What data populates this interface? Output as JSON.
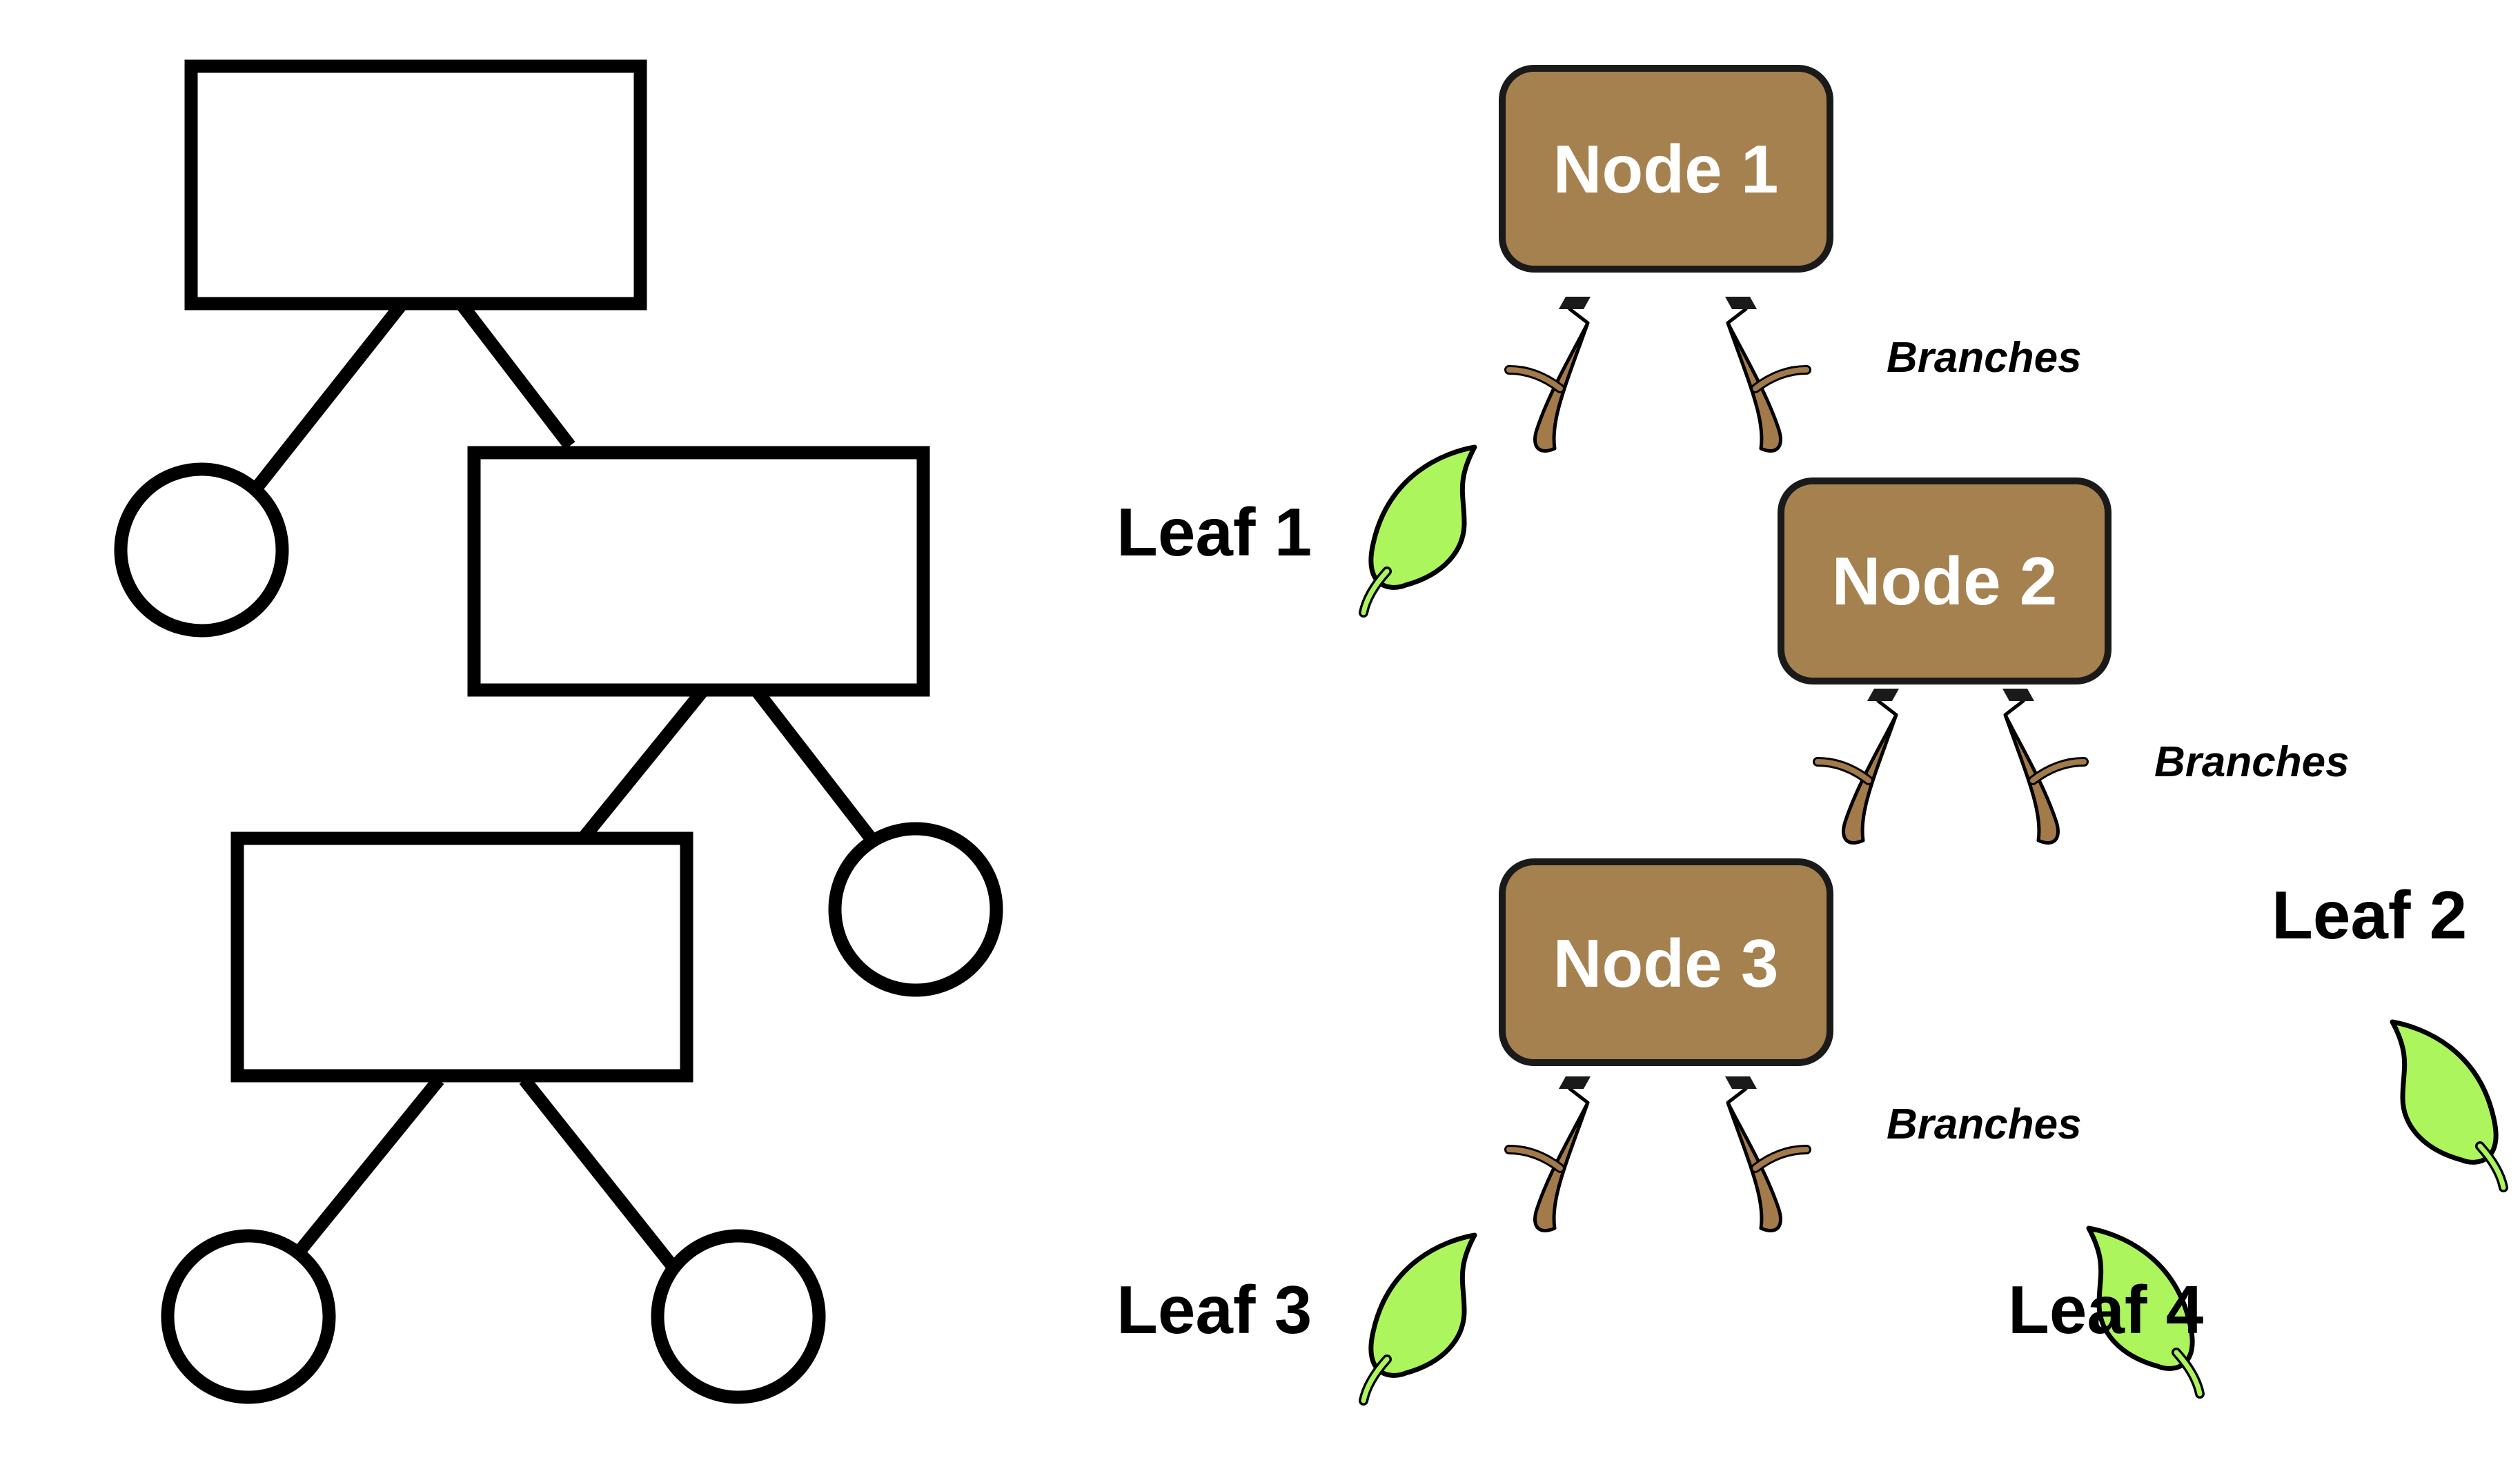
{
  "colors": {
    "node_fill": "#a5814f",
    "node_stroke": "#1a1a1a",
    "node_text": "#ffffff",
    "branch_fill": "#a37a4a",
    "leaf_fill": "#adf55c",
    "outline": "#000000"
  },
  "schematic": {
    "rectangles": [
      "rect-a",
      "rect-b",
      "rect-c"
    ],
    "circles": [
      "circle-a",
      "circle-b",
      "circle-c",
      "circle-d"
    ]
  },
  "illustrated_tree": {
    "nodes": [
      {
        "label": "Node 1"
      },
      {
        "label": "Node 2"
      },
      {
        "label": "Node 3"
      }
    ],
    "leaves": [
      {
        "label": "Leaf 1"
      },
      {
        "label": "Leaf 2"
      },
      {
        "label": "Leaf 3"
      },
      {
        "label": "Leaf 4"
      }
    ],
    "branch_labels": [
      {
        "label": "Branches"
      },
      {
        "label": "Branches"
      },
      {
        "label": "Branches"
      }
    ]
  },
  "icons": {
    "branch": "branch-icon",
    "leaf": "leaf-icon"
  }
}
